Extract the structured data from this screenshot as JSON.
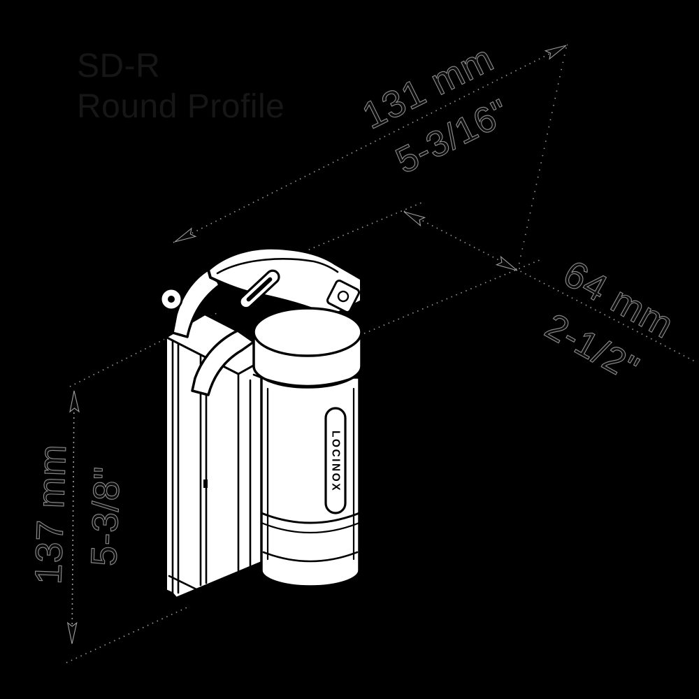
{
  "title": {
    "line1": "SD-R",
    "line2": "Round Profile"
  },
  "product": {
    "brand_label": "LOCINOX"
  },
  "dimensions": {
    "width": {
      "mm": "131 mm",
      "inch": "5-3/16\""
    },
    "depth": {
      "mm": "64 mm",
      "inch": "2-1/2\""
    },
    "height": {
      "mm": "137 mm",
      "inch": "5-3/8\""
    }
  },
  "colors": {
    "background": "#000000",
    "line_art_fill": "#ffffff",
    "line_art_stroke": "#000000",
    "annotation_gray": "#b3b3b3",
    "title_gray": "#161616"
  }
}
